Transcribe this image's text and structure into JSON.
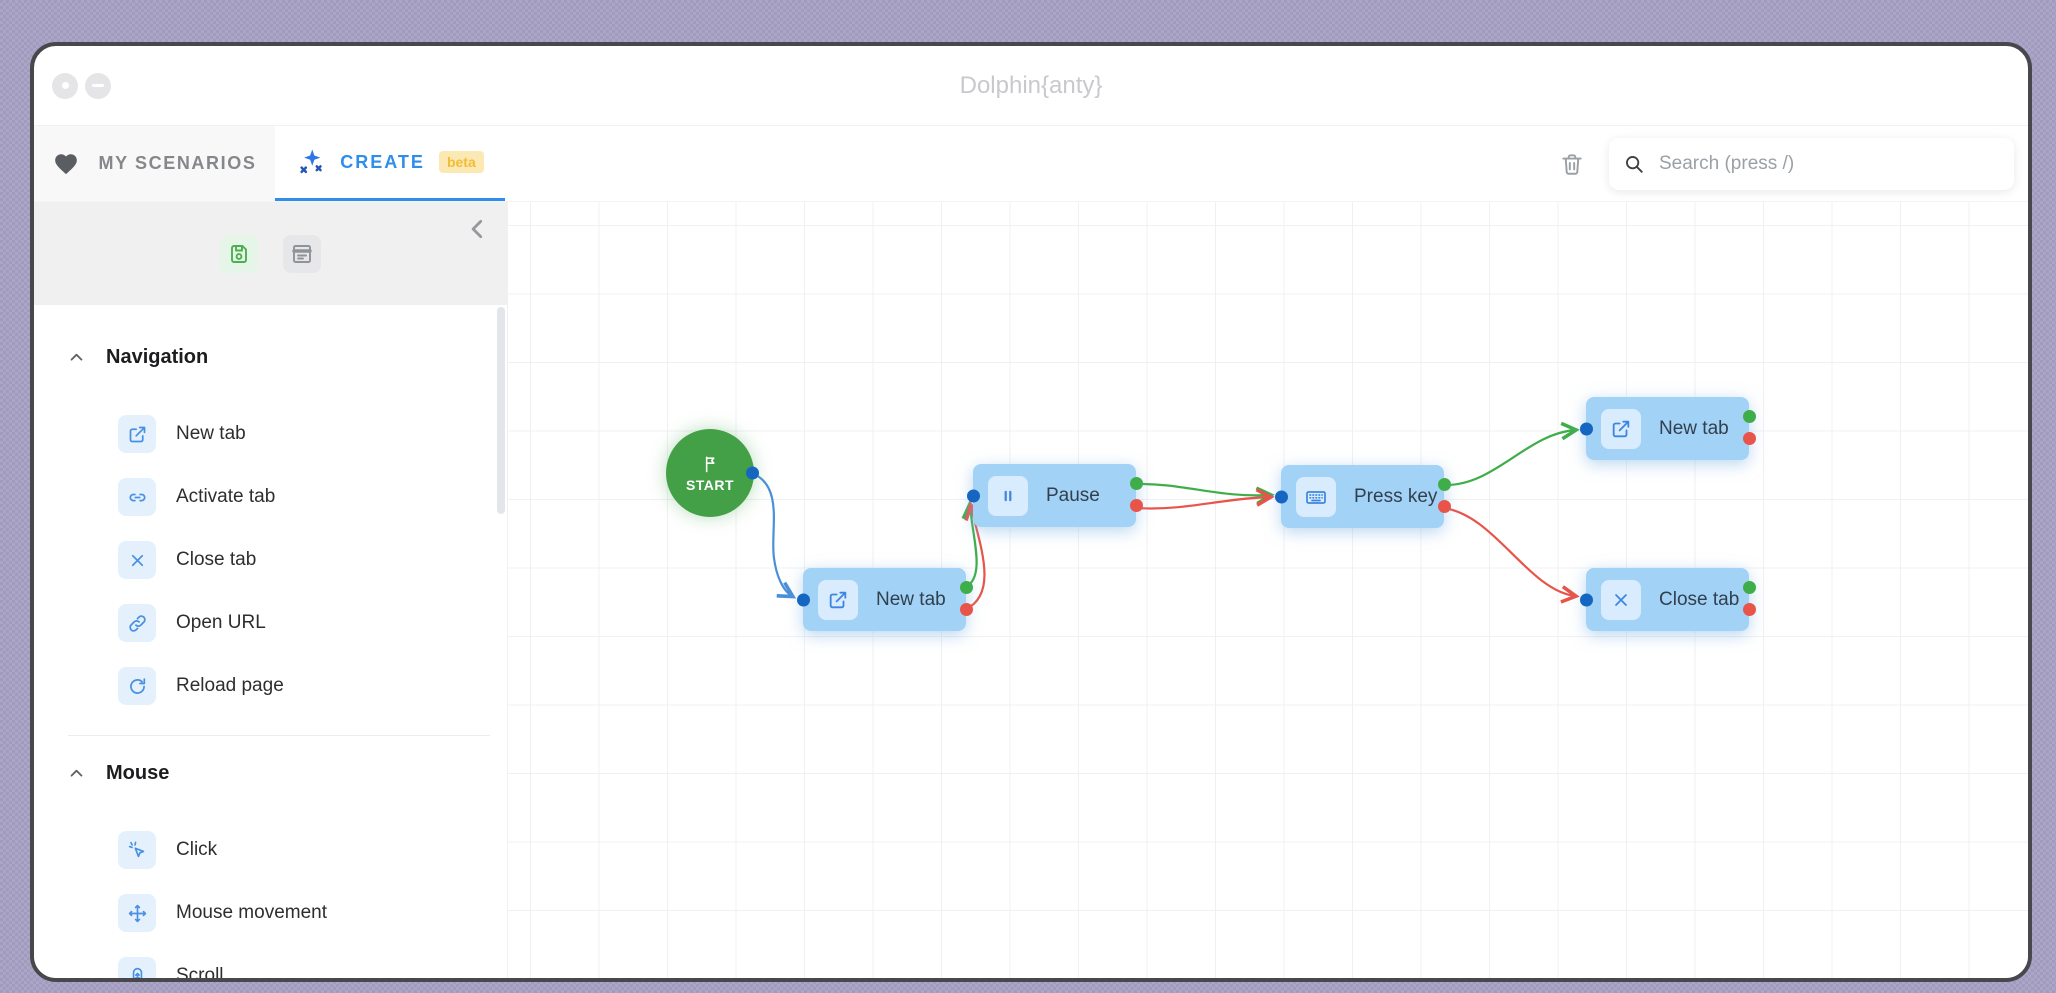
{
  "window": {
    "title": "Dolphin{anty}"
  },
  "tabs": {
    "my_scenarios": "MY SCENARIOS",
    "create": "CREATE",
    "beta_badge": "beta"
  },
  "toolbar": {
    "search_placeholder": "Search (press /)"
  },
  "sidebar": {
    "sections": [
      {
        "title": "Navigation",
        "items": [
          "New tab",
          "Activate tab",
          "Close tab",
          "Open URL",
          "Reload page"
        ],
        "icons": [
          "new-tab-icon",
          "activate-tab-icon",
          "close-tab-icon",
          "open-url-icon",
          "reload-page-icon"
        ]
      },
      {
        "title": "Mouse",
        "items": [
          "Click",
          "Mouse movement",
          "Scroll"
        ],
        "icons": [
          "click-icon",
          "mouse-movement-icon",
          "scroll-icon"
        ]
      }
    ]
  },
  "canvas": {
    "start_label": "START",
    "nodes": [
      {
        "label": "New tab",
        "icon": "external-link-icon"
      },
      {
        "label": "Pause",
        "icon": "pause-icon"
      },
      {
        "label": "Press key",
        "icon": "keyboard-icon"
      },
      {
        "label": "New tab",
        "icon": "external-link-icon"
      },
      {
        "label": "Close tab",
        "icon": "close-icon"
      }
    ]
  },
  "colors": {
    "accent_blue": "#2e8eea",
    "node_blue": "#a3d2f7",
    "node_icon_bg": "#d8ecfd",
    "node_icon_blue": "#3d85e0",
    "start_green": "#43a047",
    "edge_green": "#3fae4a",
    "edge_red": "#e8544a",
    "edge_blue": "#4a90d9",
    "port_blue": "#1566c0",
    "beta_bg": "#fce8b3",
    "beta_text": "#f0bd35"
  }
}
